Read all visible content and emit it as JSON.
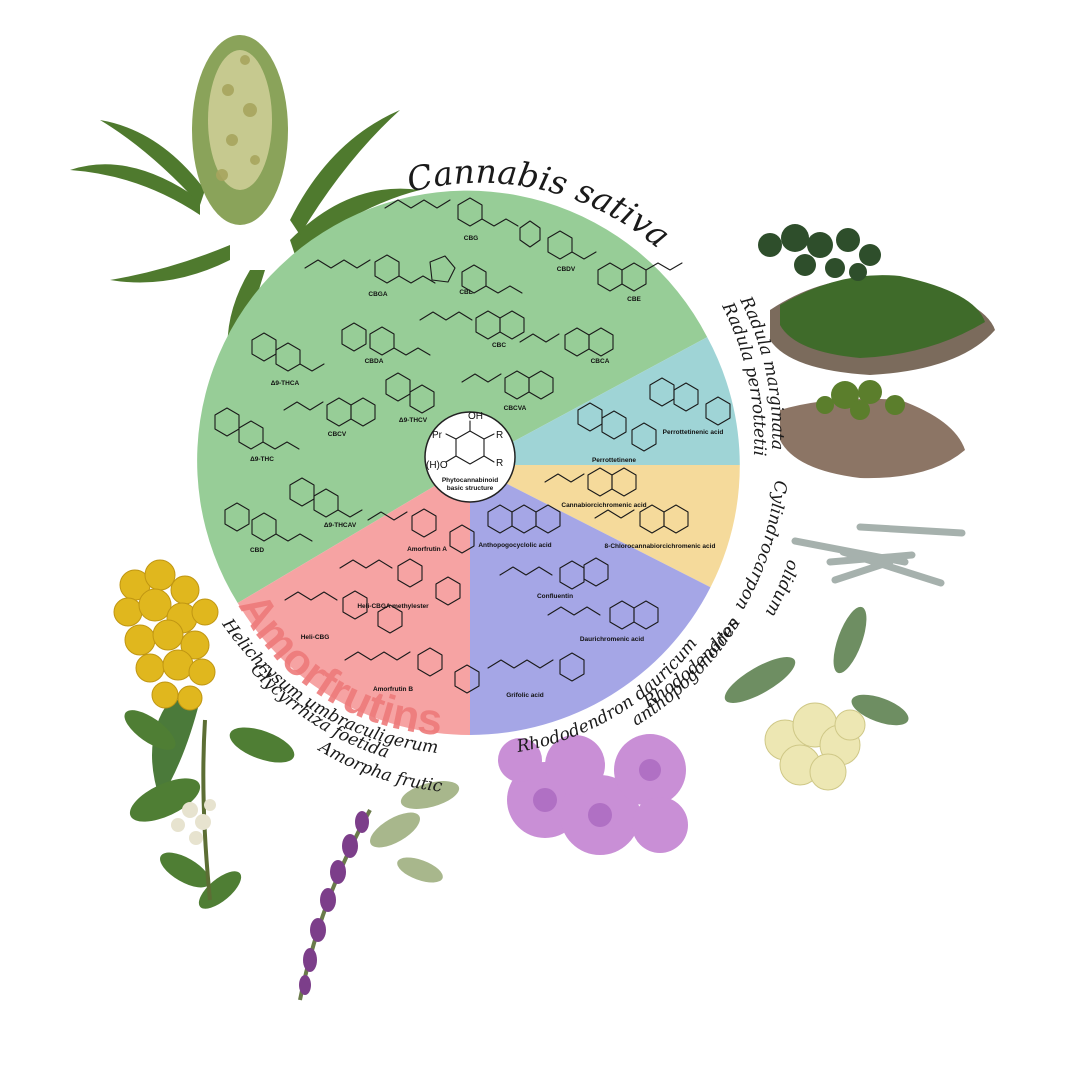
{
  "title": "Cannabis sativa",
  "sectors": {
    "cannabis": {
      "color": "#97cd97",
      "compounds": [
        "CBG",
        "CBDV",
        "CBGA",
        "CBL",
        "CBE",
        "CBDA",
        "CBC",
        "CBCA",
        "Δ9-THCA",
        "CBCVA",
        "CBCV",
        "Δ9-THCV",
        "Δ9-THC",
        "Δ9-THCAV",
        "CBD"
      ]
    },
    "radula": {
      "color": "#9fd4d6",
      "species_a": "Radula marginata",
      "species_b": "Radula perrottetii",
      "compounds": [
        "Perrottetinenic acid",
        "Perrottetinene"
      ]
    },
    "cylindrocarpon": {
      "color": "#f5da9b",
      "species_a": "Cylindrocarpon",
      "species_b": "olidum",
      "compounds": [
        "Cannabiorcichromenic acid",
        "8-Chlorocannabiorcichromenic acid"
      ]
    },
    "rhododendron": {
      "color": "#a5a6e6",
      "species_a": "Rhododendron dauricum",
      "species_b_line1": "Rhododendron",
      "species_b_line2": "anthopogonoides",
      "compounds": [
        "Anthopogocyclolic acid",
        "Confluentin",
        "Daurichromenic acid",
        "Grifolic acid"
      ]
    },
    "amorfrutins": {
      "color": "#f6a3a3",
      "label": "Amorfrutins",
      "species_a": "Helichrysum umbraculigerum",
      "species_b": "Glycyrrhiza foetida",
      "species_c": "Amorpha fruticosa",
      "compounds": [
        "Amorfrutin A",
        "Heli-CBGA methylester",
        "Heli-CBG",
        "Amorfrutin B"
      ]
    }
  },
  "center": {
    "line1": "Phytocannabinoid",
    "line2": "basic structure",
    "atoms": {
      "pr": "Pr",
      "oh": "OH",
      "r1": "R",
      "r2": "R",
      "h": "(H)O"
    }
  }
}
